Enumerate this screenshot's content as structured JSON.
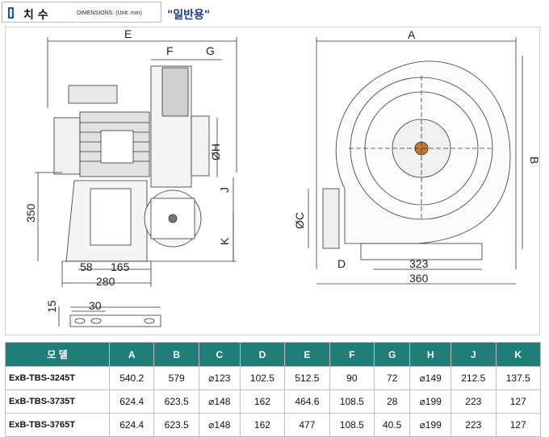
{
  "header": {
    "title": "치 수",
    "dimensions_note": "DIMENSIONS: (Unit: mm)",
    "general_use": "\"일반용\""
  },
  "drawing": {
    "labels": {
      "E": "E",
      "F": "F",
      "G": "G",
      "H": "ØH",
      "J": "J",
      "K": "K",
      "A": "A",
      "B": "B",
      "C": "ØC",
      "D": "D",
      "d350": "350",
      "d58": "58",
      "d165": "165",
      "d280": "280",
      "d323": "323",
      "d360": "360",
      "d15": "15",
      "d30": "30"
    }
  },
  "table": {
    "headers": [
      "모 델",
      "A",
      "B",
      "C",
      "D",
      "E",
      "F",
      "G",
      "H",
      "J",
      "K"
    ],
    "rows": [
      [
        "ExB-TBS-3245T",
        "540.2",
        "579",
        "⌀123",
        "102.5",
        "512.5",
        "90",
        "72",
        "⌀149",
        "212.5",
        "137.5"
      ],
      [
        "ExB-TBS-3735T",
        "624.4",
        "623.5",
        "⌀148",
        "162",
        "464.6",
        "108.5",
        "28",
        "⌀199",
        "223",
        "127"
      ],
      [
        "ExB-TBS-3765T",
        "624.4",
        "623.5",
        "⌀148",
        "162",
        "477",
        "108.5",
        "40.5",
        "⌀199",
        "223",
        "127"
      ]
    ]
  }
}
